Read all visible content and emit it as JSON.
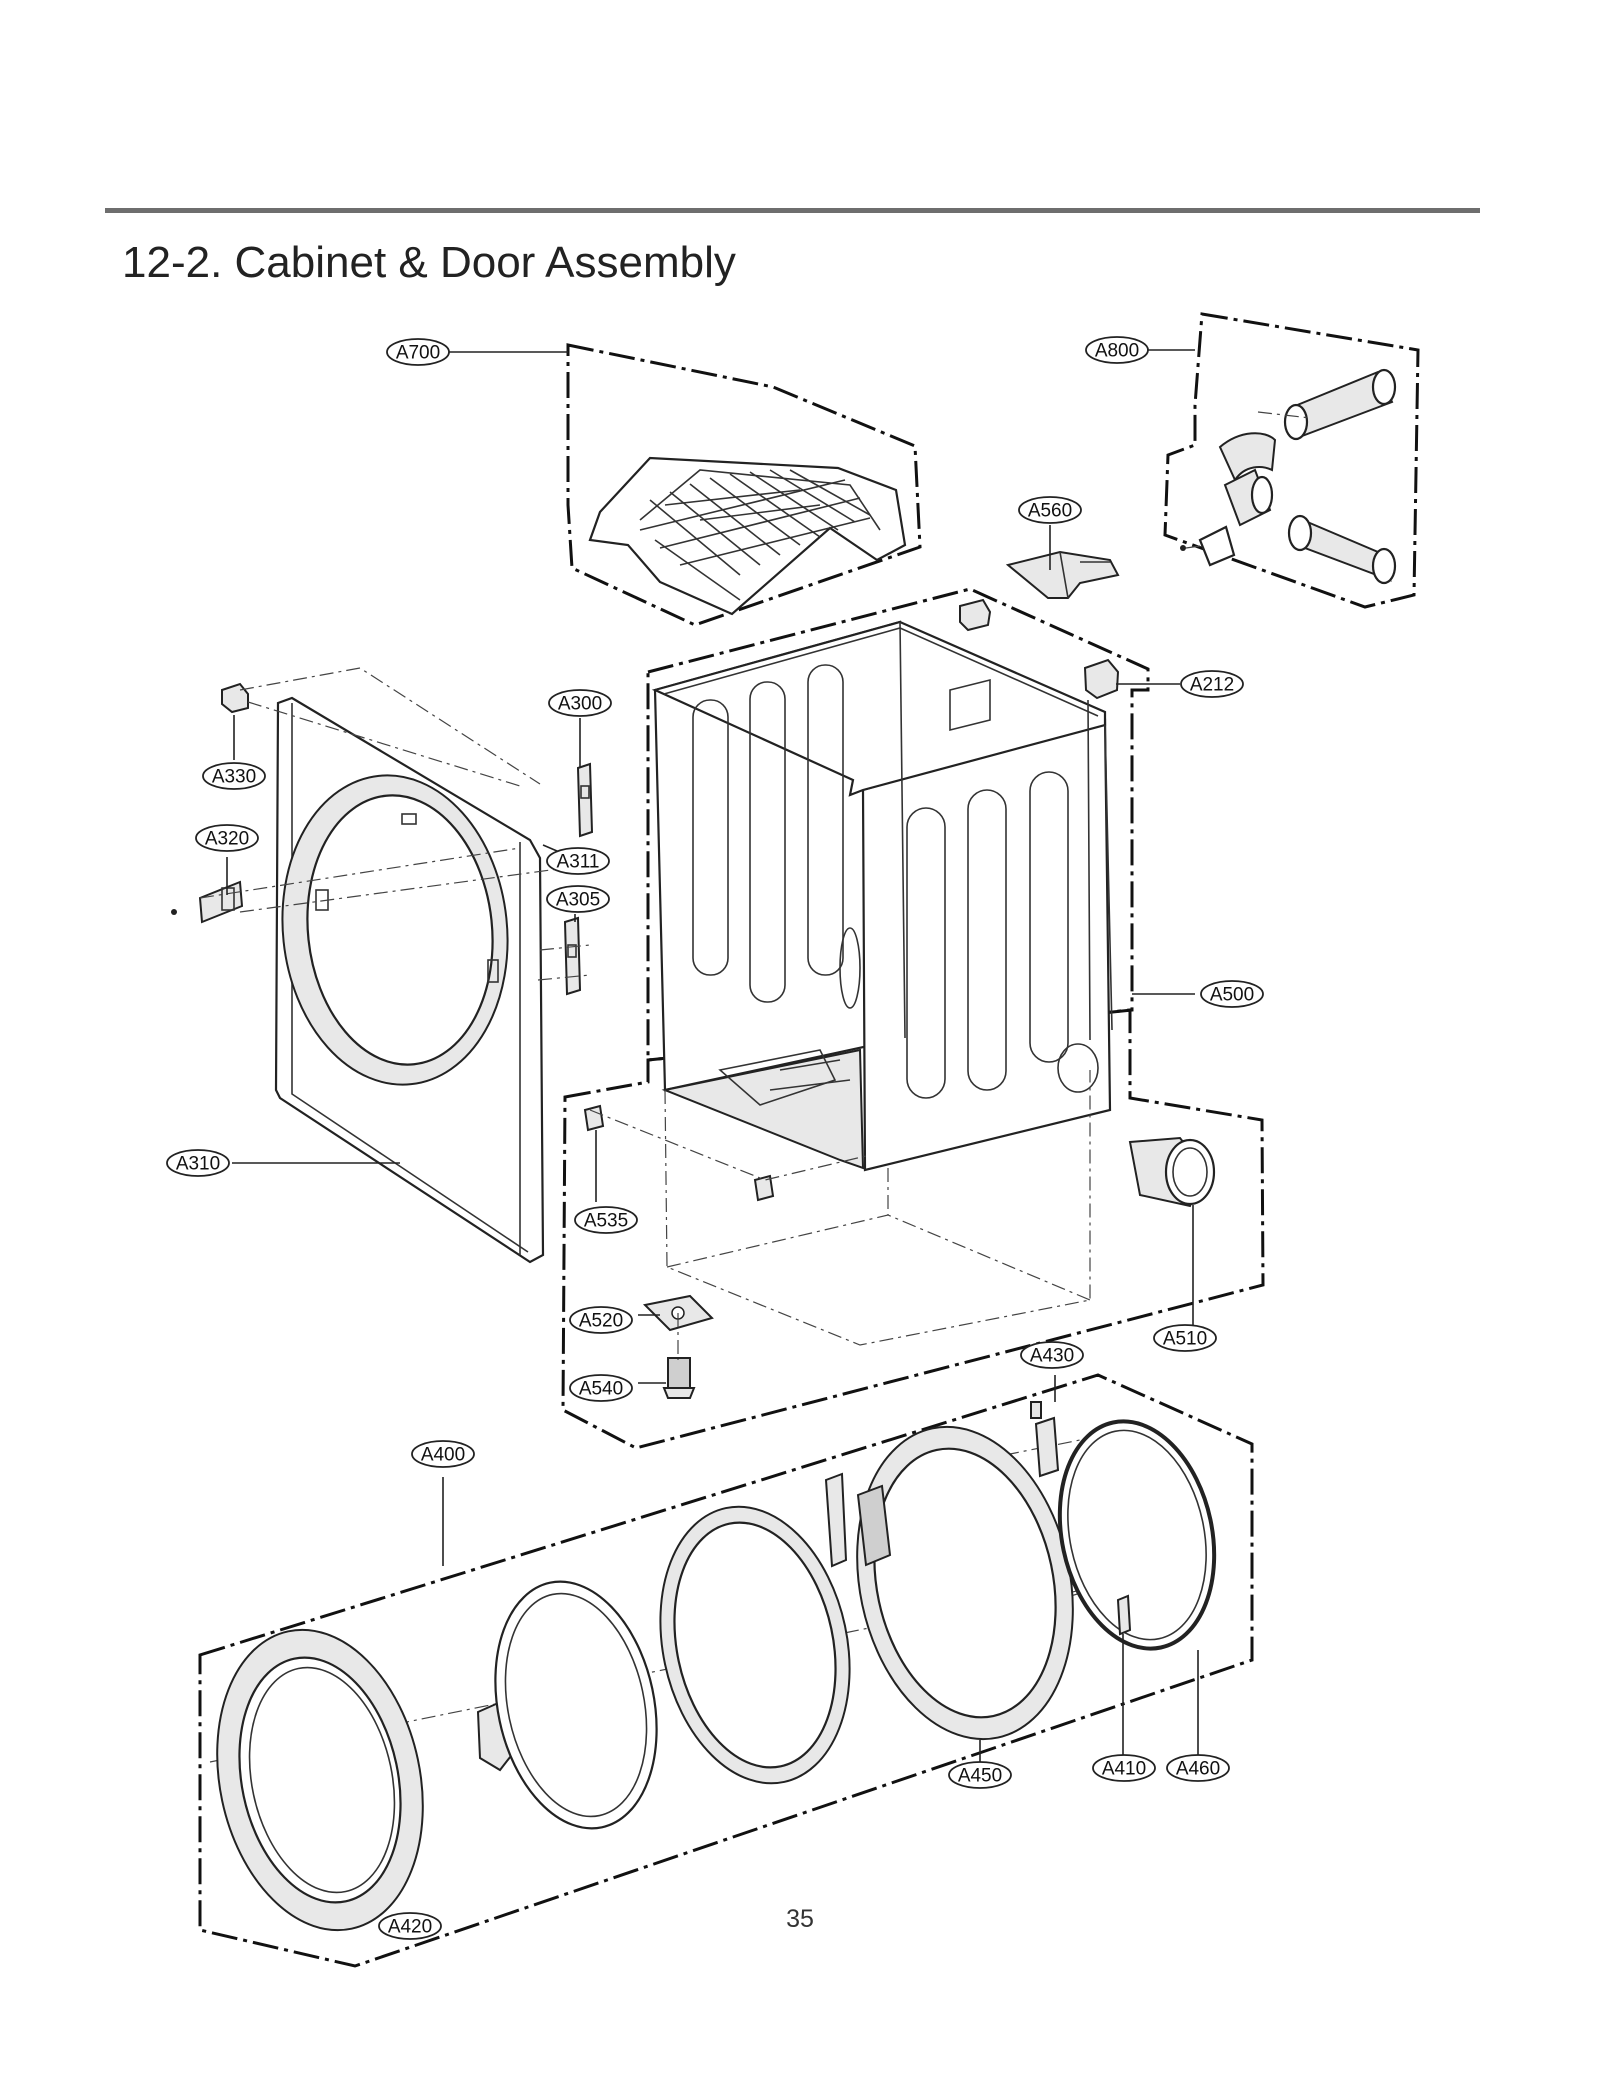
{
  "title": "12-2. Cabinet & Door Assembly",
  "page_number": "35",
  "callouts": [
    {
      "id": "A700",
      "label": "A700"
    },
    {
      "id": "A800",
      "label": "A800"
    },
    {
      "id": "A560",
      "label": "A560"
    },
    {
      "id": "A212",
      "label": "A212"
    },
    {
      "id": "A300",
      "label": "A300"
    },
    {
      "id": "A330",
      "label": "A330"
    },
    {
      "id": "A320",
      "label": "A320"
    },
    {
      "id": "A311",
      "label": "A311"
    },
    {
      "id": "A305",
      "label": "A305"
    },
    {
      "id": "A500",
      "label": "A500"
    },
    {
      "id": "A310",
      "label": "A310"
    },
    {
      "id": "A535",
      "label": "A535"
    },
    {
      "id": "A520",
      "label": "A520"
    },
    {
      "id": "A540",
      "label": "A540"
    },
    {
      "id": "A510",
      "label": "A510"
    },
    {
      "id": "A430",
      "label": "A430"
    },
    {
      "id": "A400",
      "label": "A400"
    },
    {
      "id": "A450",
      "label": "A450"
    },
    {
      "id": "A410",
      "label": "A410"
    },
    {
      "id": "A460",
      "label": "A460"
    },
    {
      "id": "A420",
      "label": "A420"
    }
  ]
}
